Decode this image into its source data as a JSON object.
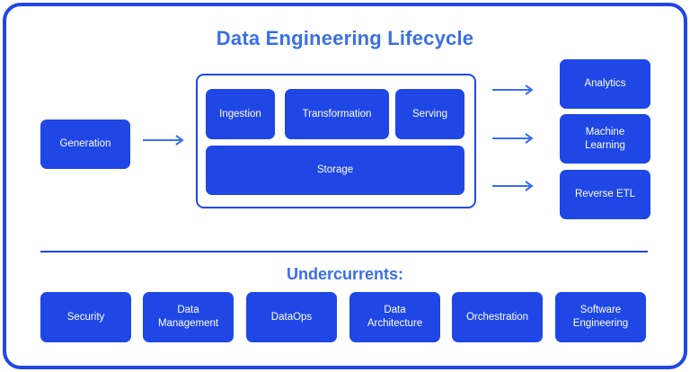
{
  "title": "Data Engineering Lifecycle",
  "generation": "Generation",
  "lifecycle": {
    "ingestion": "Ingestion",
    "transformation": "Transformation",
    "serving": "Serving",
    "storage": "Storage"
  },
  "outputs": {
    "analytics": "Analytics",
    "machine_learning": "Machine\nLearning",
    "reverse_etl": "Reverse ETL"
  },
  "undercurrents_title": "Undercurrents:",
  "undercurrents": {
    "security": "Security",
    "data_management": "Data\nManagement",
    "dataops": "DataOps",
    "data_architecture": "Data\nArchitecture",
    "orchestration": "Orchestration",
    "software_engineering": "Software\nEngineering"
  },
  "colors": {
    "box": "#1f47e6",
    "title": "#3b6fe8",
    "arrow": "#3b6fe8"
  }
}
